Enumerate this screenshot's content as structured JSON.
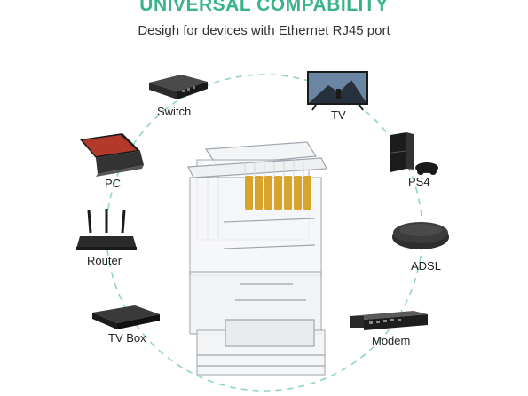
{
  "header": {
    "title": "UNIVERSAL COMPABILITY",
    "subtitle": "Desigh for devices with Ethernet RJ45 port"
  },
  "devices": {
    "switch": "Switch",
    "tv": "TV",
    "pc": "PC",
    "ps4": "PS4",
    "router": "Router",
    "adsl": "ADSL",
    "tvbox": "TV Box",
    "modem": "Modem"
  },
  "colors": {
    "accent": "#3ab389",
    "circle": "#8fd7c0",
    "device_dark": "#1e1e1e",
    "gold": "#d9a42b"
  }
}
